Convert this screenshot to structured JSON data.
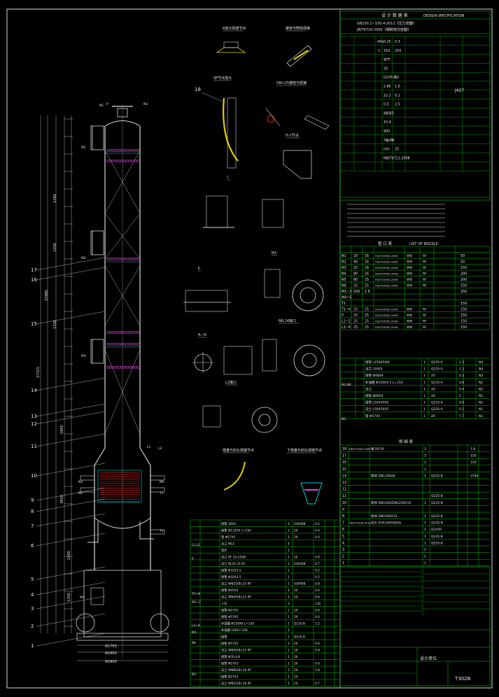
{
  "spec_table": {
    "title_cn": "设 计 数 据 表",
    "title_en": "DESIGN SPECIFICATION",
    "std_line1": "GB150.1~150.4-2011《压力容器》",
    "std_line2": "JB/T4710-2005《钢制塔式容器》",
    "welding_rod": "J427",
    "rows": [
      {
        "a": "MPa",
        "b": "0.25",
        "c": "0.3"
      },
      {
        "a": "℃",
        "b": "150",
        "c": "250"
      },
      {
        "a": "",
        "b": "空气",
        "c": ""
      },
      {
        "a": "",
        "b": "20",
        "c": ""
      },
      {
        "a": "",
        "b": "Q235-B",
        "c": "20"
      },
      {
        "a": "",
        "b": "2.85",
        "c": "1.0"
      },
      {
        "a": "",
        "b": "22.2",
        "c": "0.1"
      },
      {
        "a": "",
        "b": "0.5",
        "c": "2.5"
      },
      {
        "a": "",
        "b": "AB/B3",
        "c": ""
      },
      {
        "a": "",
        "b": "15.4",
        "c": ""
      },
      {
        "a": "",
        "b": "900",
        "c": ""
      },
      {
        "a": "",
        "b": "7級/ⅡⅢ",
        "c": ""
      },
      {
        "a": "",
        "b": "m/s",
        "c": "25"
      },
      {
        "a": "",
        "b": "NB/T4711-2008",
        "c": ""
      }
    ]
  },
  "nozzle_table": {
    "title_cn": "管 口 表",
    "title_en": "LIST OF NOZZLE",
    "rows": [
      {
        "id": "N1",
        "dn": "20",
        "pn": "16",
        "std": "HG/T20592-2009",
        "face": "WN",
        "type": "RF",
        "len": "50"
      },
      {
        "id": "N2",
        "dn": "40",
        "pn": "16",
        "std": "HG/T20592-2009",
        "face": "WN",
        "type": "RF",
        "len": "50"
      },
      {
        "id": "N3",
        "dn": "25",
        "pn": "16",
        "std": "HG/T20592-2009",
        "face": "WN",
        "type": "RF",
        "len": "150"
      },
      {
        "id": "N4",
        "dn": "80",
        "pn": "16",
        "std": "HG/T20592-2009",
        "face": "WN",
        "type": "RF",
        "len": "200"
      },
      {
        "id": "N5",
        "dn": "80",
        "pn": "25",
        "std": "HG/T20592-2009",
        "face": "WN",
        "type": "RF",
        "len": "200"
      },
      {
        "id": "N6",
        "dn": "25",
        "pn": "25",
        "std": "HG/T20592-2009",
        "face": "WN",
        "type": "RF",
        "len": "150"
      },
      {
        "id": "M1~3",
        "dn": "500",
        "pn": "1.6",
        "std": "",
        "face": "",
        "type": "",
        "len": "250"
      },
      {
        "id": "M4~5",
        "dn": "",
        "pn": "",
        "std": "",
        "face": "",
        "type": "",
        "len": ""
      },
      {
        "id": "T1",
        "dn": "",
        "pn": "",
        "std": "",
        "face": "",
        "type": "",
        "len": "150"
      },
      {
        "id": "T1~4",
        "dn": "25",
        "pn": "25",
        "std": "HG/T20592-2009",
        "face": "WN",
        "type": "RF",
        "len": "150"
      },
      {
        "id": "P",
        "dn": "25",
        "pn": "25",
        "std": "HG/T20592-2009",
        "face": "WN",
        "type": "RF",
        "len": "150"
      },
      {
        "id": "L1~2",
        "dn": "25",
        "pn": "25",
        "std": "HG/T20592-2009",
        "face": "WN",
        "type": "RF",
        "len": "150"
      },
      {
        "id": "L3~4",
        "dn": "25",
        "pn": "25",
        "std": "HG/T20592-2009",
        "face": "WN",
        "type": "RF",
        "len": "150"
      }
    ]
  },
  "parts_upper": {
    "group_labels": [
      "N2,N4",
      "N1"
    ],
    "rows": [
      {
        "name": "接管 L150X5WS",
        "qty": "1",
        "mat": "Q235-A",
        "n": "1.3",
        "tag": "N4"
      },
      {
        "name": "法兰 L50X5",
        "qty": "1",
        "mat": "Q235-A",
        "n": "1.3",
        "tag": "N4"
      },
      {
        "name": "接管 Φ48X4",
        "qty": "1",
        "mat": "20",
        "n": "0.3",
        "tag": "N2"
      },
      {
        "name": "补强圈 Φ150X4.5 L=150",
        "qty": "1",
        "mat": "Q235-A",
        "n": "0.6",
        "tag": "N2"
      },
      {
        "name": "法兰",
        "qty": "1",
        "mat": "20",
        "n": "0.4",
        "tag": "N2"
      },
      {
        "name": "接管 Φ89X4",
        "qty": "1",
        "mat": "20",
        "n": "1",
        "tag": "N1"
      },
      {
        "name": "接管 L50X50X5",
        "qty": "1",
        "mat": "Q235-A",
        "n": "0.9",
        "tag": "N1"
      },
      {
        "name": "法兰 L50X50X5",
        "qty": "1",
        "mat": "Q235-A",
        "n": "0.1",
        "tag": "N1"
      },
      {
        "name": "管 Φ57X5",
        "qty": "1",
        "mat": "20",
        "n": "7.7",
        "tag": "N1"
      }
    ]
  },
  "parts_list": {
    "title": "明 细 表",
    "rows": [
      {
        "no": "18",
        "std": "NB/T47065-2009",
        "name": "裙 SP-50",
        "qty": "2",
        "mat": "",
        "w": "1.8"
      },
      {
        "no": "17",
        "std": "",
        "name": "",
        "qty": "3",
        "mat": "",
        "w": "150"
      },
      {
        "no": "16",
        "std": "",
        "name": "",
        "qty": "3",
        "mat": "",
        "w": "150"
      },
      {
        "no": "15",
        "std": "",
        "name": "",
        "qty": "1",
        "mat": "",
        "w": ""
      },
      {
        "no": "14",
        "std": "",
        "name": "筒体 DN1200X8",
        "qty": "1",
        "mat": "Q235-B",
        "w": "3740"
      },
      {
        "no": "13",
        "std": "",
        "name": "",
        "qty": "",
        "mat": "",
        "w": ""
      },
      {
        "no": "12",
        "std": "",
        "name": "",
        "qty": "",
        "mat": "",
        "w": ""
      },
      {
        "no": "11",
        "std": "",
        "name": "",
        "qty": "",
        "mat": "Q235-B",
        "w": ""
      },
      {
        "no": "10",
        "std": "",
        "name": "筒体 DN1600/DN1200X10",
        "qty": "1",
        "mat": "Q235-B",
        "w": ""
      },
      {
        "no": "9",
        "std": "",
        "name": "",
        "qty": "",
        "mat": "",
        "w": ""
      },
      {
        "no": "8",
        "std": "",
        "name": "筒体 DN1600X10",
        "qty": "1",
        "mat": "Q235-B",
        "w": ""
      },
      {
        "no": "7",
        "std": "GB/T25198-2010",
        "name": "封头 EHA1600X8(8)",
        "qty": "1",
        "mat": "Q235-B",
        "w": ""
      },
      {
        "no": "6",
        "std": "",
        "name": "",
        "qty": "1",
        "mat": "Q245R",
        "w": ""
      },
      {
        "no": "5",
        "std": "",
        "name": "",
        "qty": "1",
        "mat": "Q235-B",
        "w": ""
      },
      {
        "no": "4",
        "std": "",
        "name": "",
        "qty": "1",
        "mat": "Q235-B",
        "w": ""
      },
      {
        "no": "3",
        "std": "",
        "name": "",
        "qty": "2",
        "mat": "",
        "w": ""
      },
      {
        "no": "2",
        "std": "",
        "name": "",
        "qty": "1",
        "mat": "",
        "w": ""
      },
      {
        "no": "1",
        "std": "",
        "name": "",
        "qty": "1",
        "mat": "",
        "w": ""
      }
    ]
  },
  "parts_lower": {
    "group_labels": [
      "L1,L2",
      "P",
      "T1~4",
      "M1~3",
      "L3~4",
      "N5,",
      "N6",
      "N3"
    ],
    "rows": [
      {
        "name": "接管 30X4",
        "qty": "4",
        "mat": "S30408",
        "w": "0.2"
      },
      {
        "name": "接管 Φ133X4 L=150",
        "qty": "1",
        "mat": "20",
        "w": "0.4"
      },
      {
        "name": "管 Φ57X5",
        "qty": "1",
        "mat": "20",
        "w": "0.6"
      },
      {
        "name": "法兰 M12",
        "qty": "4",
        "mat": "",
        "w": ""
      },
      {
        "name": "垫片",
        "qty": "1",
        "mat": "",
        "w": ""
      },
      {
        "name": "法兰 RF 25-25(B)",
        "qty": "1",
        "mat": "20",
        "w": "0.8"
      },
      {
        "name": "法兰 BL25-25 RF",
        "qty": "1",
        "mat": "S30408",
        "w": "0.7"
      },
      {
        "name": "接管 Φ32X3.5",
        "qty": "1",
        "mat": "",
        "w": "0.2"
      },
      {
        "name": "接管 Φ32X3.5",
        "qty": "1",
        "mat": "",
        "w": "0.2"
      },
      {
        "name": "法兰 WN25(B)-25 RF",
        "qty": "1",
        "mat": "S30408",
        "w": "0.8"
      },
      {
        "name": "接管 Φ45X4",
        "qty": "4",
        "mat": "20",
        "w": "0.4"
      },
      {
        "name": "法兰 WN40(B)-25 RF",
        "qty": "4",
        "mat": "20",
        "w": "0.6"
      },
      {
        "name": "人孔",
        "qty": "3",
        "mat": "",
        "w": "130"
      },
      {
        "name": "接管 Φ57X5",
        "qty": "1",
        "mat": "20",
        "w": "0.6"
      },
      {
        "name": "接管 Φ57X5",
        "qty": "1",
        "mat": "20",
        "w": "0.6"
      },
      {
        "name": "补强圈 Φ150X6 L=150",
        "qty": "1",
        "mat": "Q235-B",
        "w": "1.2"
      },
      {
        "name": "补强圈 100X7.2X6",
        "qty": "1",
        "mat": "",
        "w": ""
      },
      {
        "name": "接管",
        "qty": "1",
        "mat": "Q235-B",
        "w": ""
      },
      {
        "name": "接管 Φ57X5",
        "qty": "1",
        "mat": "20",
        "w": "0.6"
      },
      {
        "name": "法兰 WN50(B)-25 RF",
        "qty": "1",
        "mat": "20",
        "w": "0.8"
      },
      {
        "name": "接管 Φ76.4-6",
        "qty": "1",
        "mat": "20",
        "w": ""
      },
      {
        "name": "接管 Φ57X5",
        "qty": "1",
        "mat": "20",
        "w": "0.6"
      },
      {
        "name": "法兰 WN80(B)-16 RF",
        "qty": "1",
        "mat": "20",
        "w": "1.8"
      },
      {
        "name": "接管 Φ27X3",
        "qty": "1",
        "mat": "20",
        "w": ""
      },
      {
        "name": "法兰 WN25(B)-16 RF",
        "qty": "1",
        "mat": "20",
        "w": "0.7"
      }
    ]
  },
  "title_block": {
    "drawing_no": "T302B",
    "company": "设计单位"
  },
  "drawing": {
    "section_titles": [
      "A放大焊缝节点",
      "接管与筒体焊接",
      "SP节点放大",
      "DN<25接管与焊接",
      "H-1节点",
      "Ⅰ",
      "Ⅱ",
      "N3",
      "N6,14接口",
      "A—A",
      "L2接口",
      "塔盘与封头焊接节点",
      "下塔盘与封头焊接节点"
    ],
    "part_labels": [
      "1",
      "2",
      "3",
      "4",
      "5",
      "6",
      "7",
      "8",
      "9",
      "10",
      "11",
      "12",
      "13",
      "14",
      "15",
      "16",
      "17",
      "18"
    ],
    "dims_vertical": [
      "27315",
      "15980",
      "1280",
      "1200",
      "1200",
      "5950",
      "3930",
      "2400",
      "1200"
    ],
    "dims_bottom": [
      "Φ1750",
      "Φ1650",
      "Φ1800"
    ],
    "nozzle_tags": [
      "N1",
      "N2",
      "M1",
      "M2",
      "M3",
      "P",
      "L1",
      "L2",
      "N4",
      "N5",
      "N6",
      "T1",
      "T2",
      "M4"
    ]
  }
}
